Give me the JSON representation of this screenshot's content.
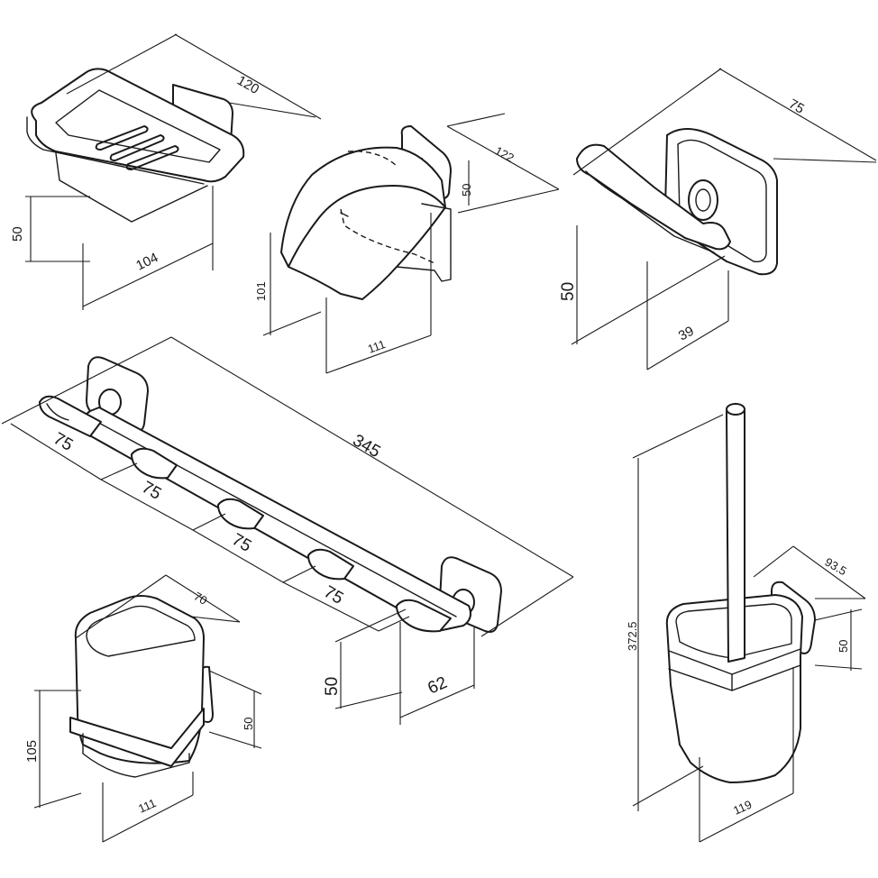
{
  "products": {
    "soap_dish": {
      "width": "120",
      "depth": "104",
      "height": "50"
    },
    "paper_holder": {
      "width": "122",
      "depth": "111",
      "height": "101",
      "plate": "50"
    },
    "hook": {
      "width": "75",
      "depth": "39",
      "height": "50"
    },
    "hook_rail": {
      "length": "345",
      "spacing": [
        "75",
        "75",
        "75",
        "75"
      ],
      "depth": "62",
      "height": "50"
    },
    "tumbler": {
      "width": "70",
      "depth": "111",
      "height": "105",
      "plate": "50"
    },
    "toilet_brush": {
      "width": "93.5",
      "depth": "119",
      "height": "372.5",
      "plate": "50"
    }
  }
}
